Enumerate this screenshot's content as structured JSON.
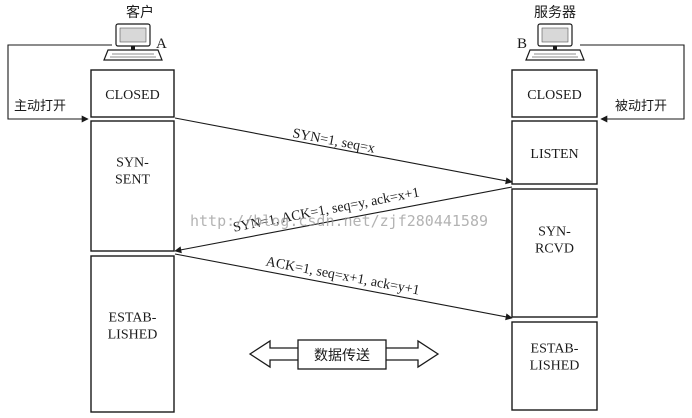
{
  "client": {
    "title": "客户",
    "node_label": "A",
    "open_label": "主动打开",
    "states": [
      "CLOSED",
      "SYN-\nSENT",
      "ESTAB-\nLISHED"
    ]
  },
  "server": {
    "title": "服务器",
    "node_label": "B",
    "open_label": "被动打开",
    "states": [
      "CLOSED",
      "LISTEN",
      "SYN-\nRCVD",
      "ESTAB-\nLISHED"
    ]
  },
  "messages": [
    {
      "text": "SYN=1, seq=x",
      "from": "client",
      "to": "server"
    },
    {
      "text": "SYN=1, ACK=1, seq=y, ack=x+1",
      "from": "server",
      "to": "client"
    },
    {
      "text": "ACK=1, seq=x+1, ack=y+1",
      "from": "client",
      "to": "server"
    }
  ],
  "data_transfer_label": "数据传送",
  "watermark": "http://blog.csdn.net/zjf280441589",
  "icons": {
    "client": "computer-icon",
    "server": "computer-icon"
  },
  "colors": {
    "ink": "#1a1a1a",
    "watermark": "#9a9a9a",
    "background": "#ffffff"
  }
}
